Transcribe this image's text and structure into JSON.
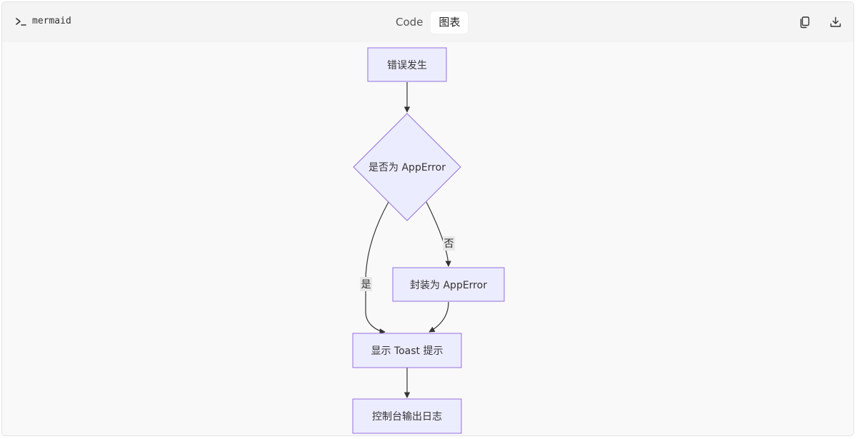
{
  "header": {
    "prompt_symbol": "terminal-prompt-icon",
    "language": "mermaid",
    "tabs": [
      {
        "label": "Code",
        "active": false
      },
      {
        "label": "图表",
        "active": true
      }
    ],
    "copy_icon": "copy-icon",
    "download_icon": "download-icon"
  },
  "diagram": {
    "nodes": {
      "error": "错误发生",
      "decision": "是否为 AppError",
      "wrap": "封装为 AppError",
      "toast": "显示 Toast 提示",
      "log": "控制台输出日志"
    },
    "edge_labels": {
      "yes": "是",
      "no": "否"
    },
    "colors": {
      "node_fill": "#ececff",
      "node_stroke": "#9370db",
      "edge": "#333333",
      "label_bg": "#e8e8e8"
    }
  }
}
